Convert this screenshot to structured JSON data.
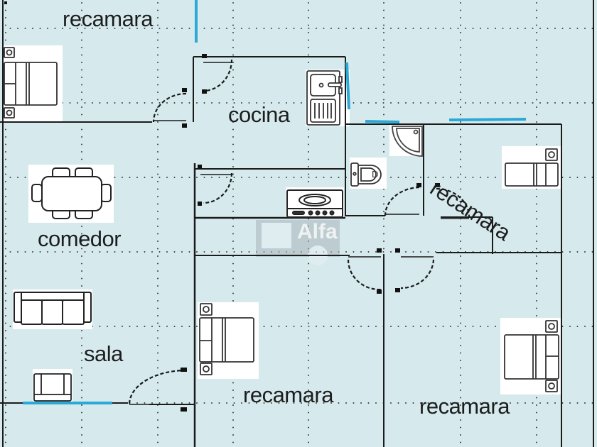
{
  "plan": {
    "colors": {
      "floor": "#d6eaee",
      "wall": "#1b1b1b",
      "window": "#2aa9d6",
      "furniture_bg": "#ffffff",
      "watermark": "#a9b4b8"
    },
    "rooms": [
      {
        "id": "bedroom-top-left",
        "label": "recamara"
      },
      {
        "id": "kitchen",
        "label": "cocina"
      },
      {
        "id": "dining",
        "label": "comedor"
      },
      {
        "id": "bedroom-right",
        "label": "recamara"
      },
      {
        "id": "living",
        "label": "sala"
      },
      {
        "id": "bedroom-center",
        "label": "recamara"
      },
      {
        "id": "bedroom-bottom-right",
        "label": "recamara"
      }
    ],
    "watermark": "Alfa",
    "furniture_icons": [
      "bed-icon",
      "sink-icon",
      "stove-icon",
      "shower-icon",
      "toilet-icon",
      "dining-table-icon",
      "sofa-icon",
      "armchair-icon"
    ]
  }
}
